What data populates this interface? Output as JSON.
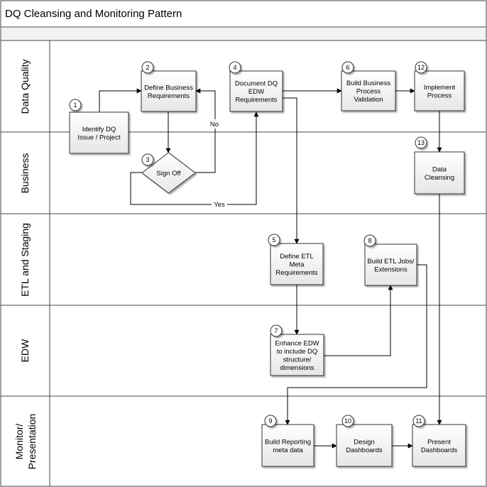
{
  "title": "DQ Cleansing and Monitoring Pattern",
  "lanes": [
    "Data Quality",
    "Business",
    "ETL and Staging",
    "EDW",
    "Monitor/\nPresentation"
  ],
  "steps": [
    {
      "num": "1",
      "label": "Identify DQ\nIssue / Project"
    },
    {
      "num": "2",
      "label": "Define Business\nRequirements"
    },
    {
      "num": "3",
      "label": "Sign Off"
    },
    {
      "num": "4",
      "label": "Document DQ\nEDW\nRequirements"
    },
    {
      "num": "5",
      "label": "Define ETL\nMeta\nRequirements"
    },
    {
      "num": "6",
      "label": "Build Business\nProcess\nValidation"
    },
    {
      "num": "7",
      "label": "Enhance EDW\nto include DQ\nstructure/\ndimensions"
    },
    {
      "num": "8",
      "label": "Build ETL Jobs/\nExtensions"
    },
    {
      "num": "9",
      "label": "Build Reporting\nmeta data"
    },
    {
      "num": "10",
      "label": "Design\nDashboards"
    },
    {
      "num": "11",
      "label": "Present\nDashboards"
    },
    {
      "num": "12",
      "label": "Implement\nProcess"
    },
    {
      "num": "13",
      "label": "Data\nCleansing"
    }
  ],
  "edge_labels": {
    "no": "No",
    "yes": "Yes"
  }
}
